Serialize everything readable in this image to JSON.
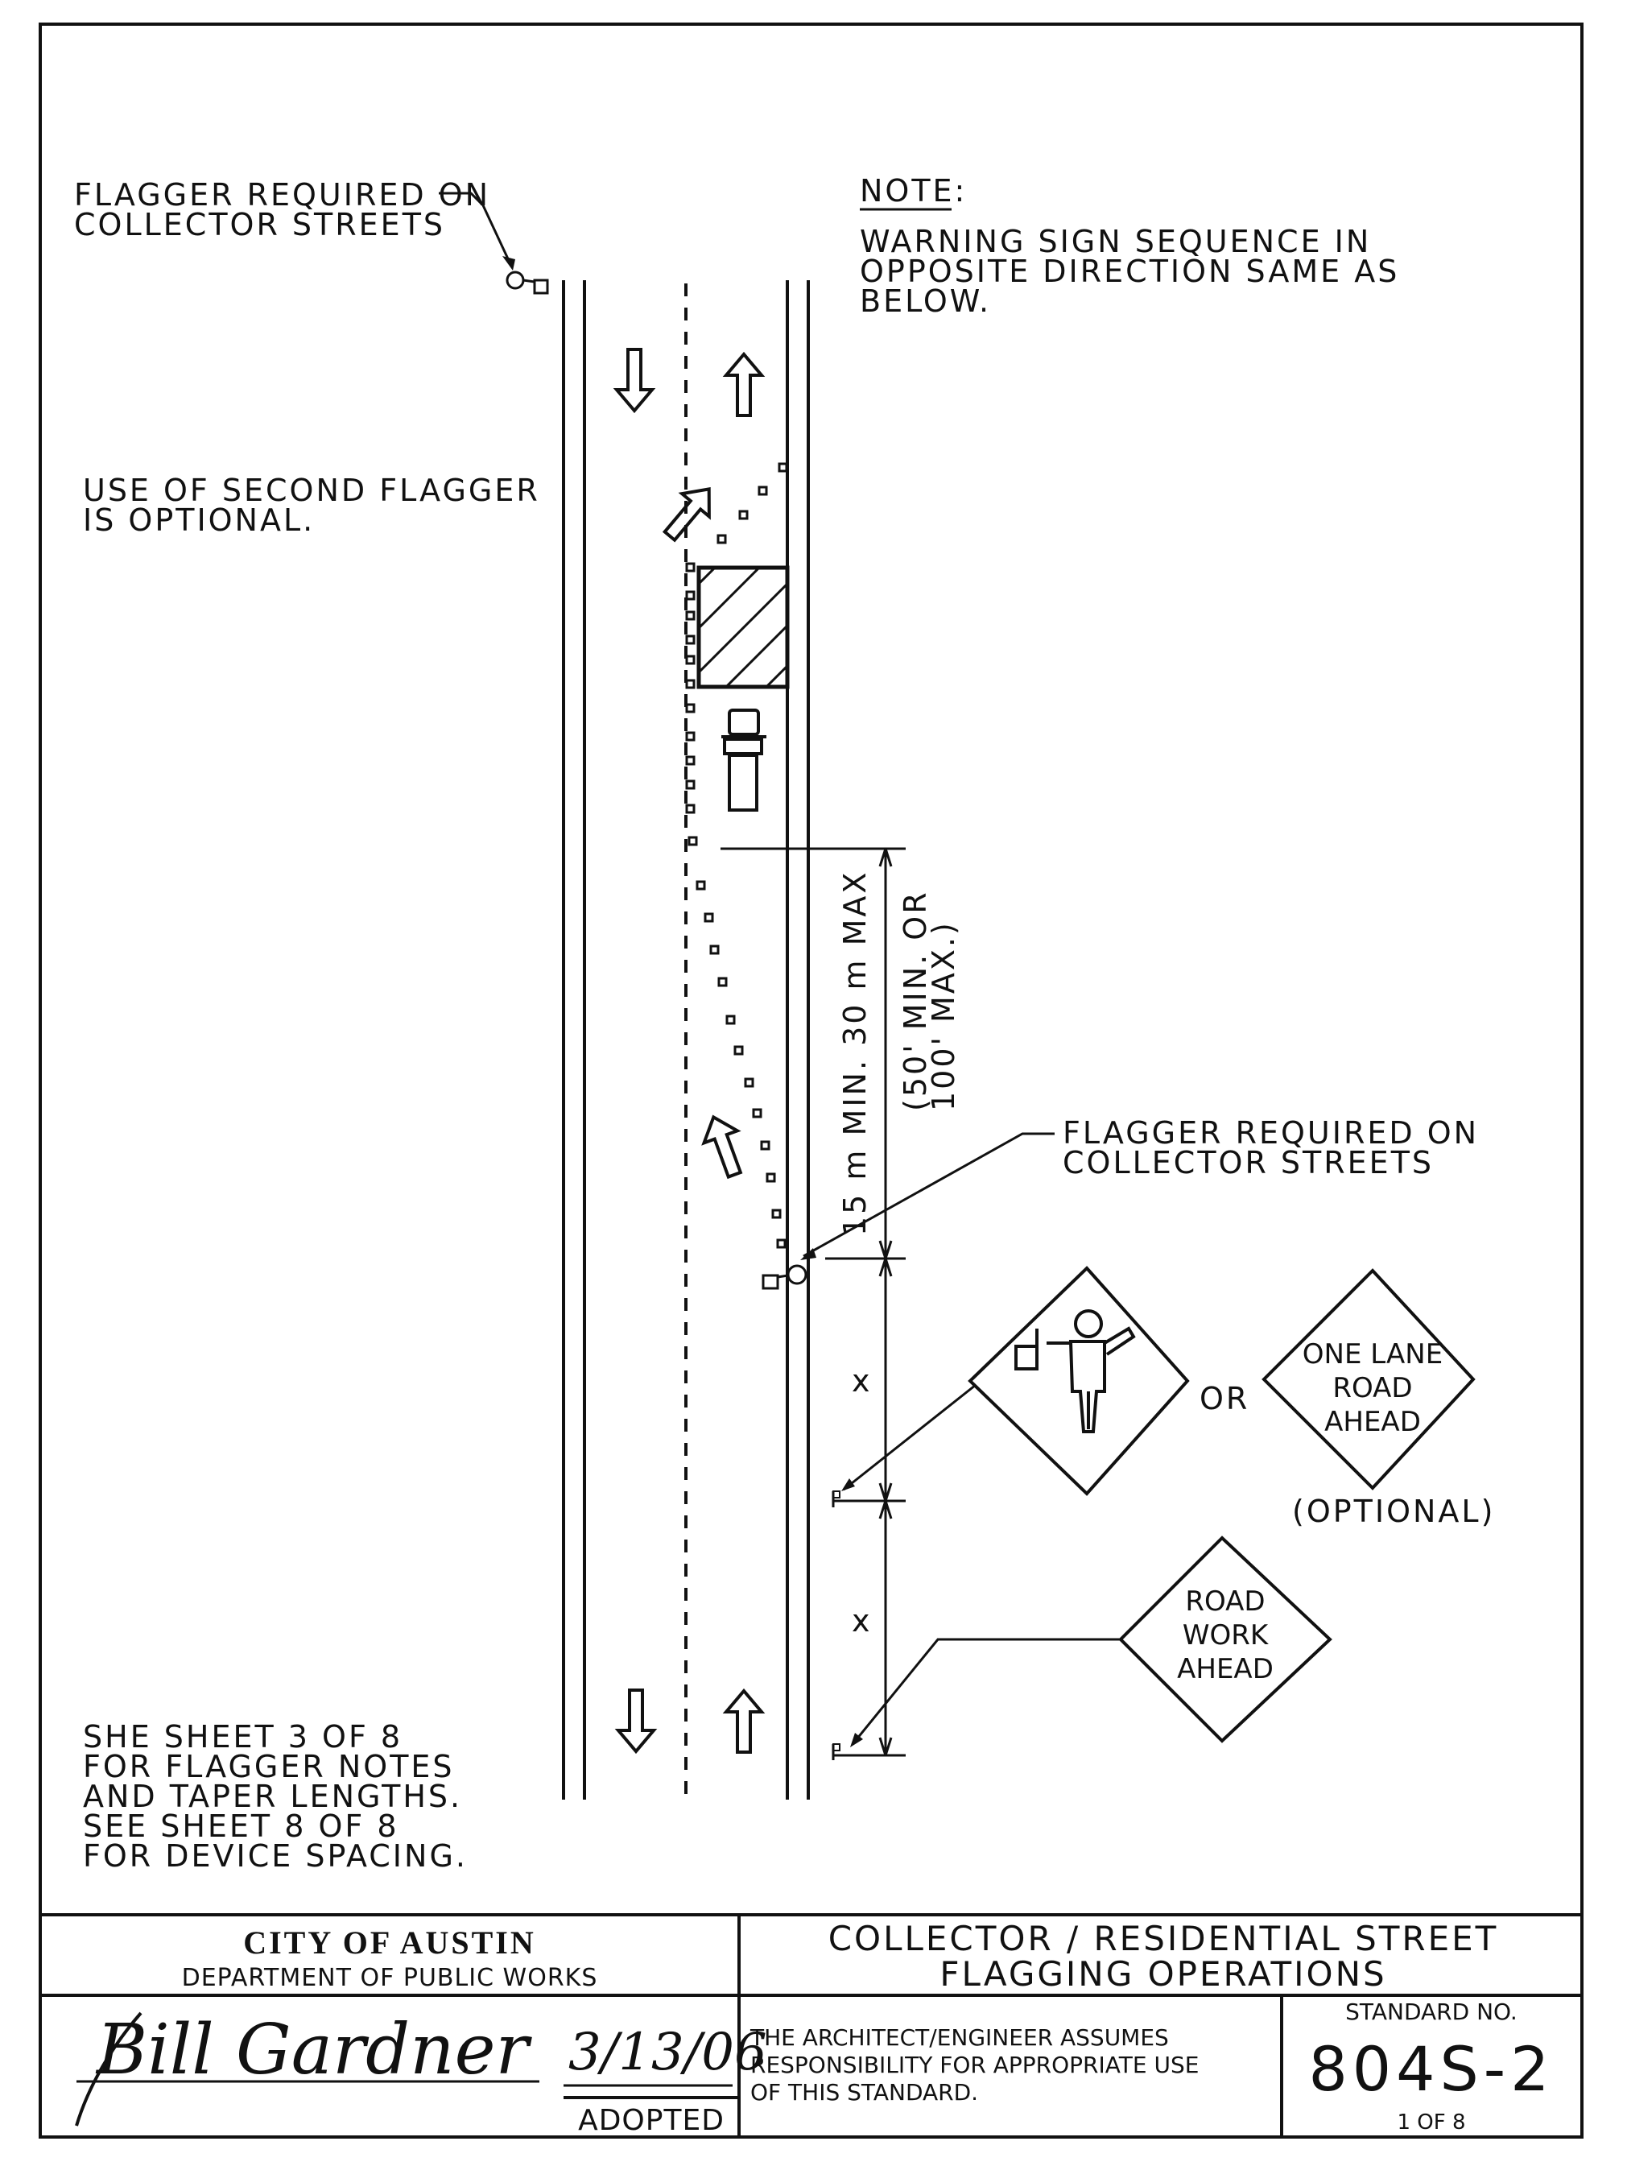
{
  "notes": {
    "flagger_top": [
      "FLAGGER REQUIRED ON",
      "COLLECTOR STREETS"
    ],
    "note_heading": "NOTE:",
    "note_body": [
      "WARNING SIGN SEQUENCE IN",
      "OPPOSITE DIRECTION SAME AS",
      "BELOW."
    ],
    "second_flagger": [
      "USE OF SECOND FLAGGER",
      "IS OPTIONAL."
    ],
    "flagger_mid": [
      "FLAGGER REQUIRED ON",
      "COLLECTOR STREETS"
    ],
    "see_sheets": [
      "SHE SHEET 3 OF 8",
      "FOR FLAGGER NOTES",
      "AND TAPER LENGTHS.",
      "SEE SHEET 8 OF 8",
      "FOR DEVICE SPACING."
    ]
  },
  "dimensions": {
    "buffer_metric": "15 m  MIN. 30 m   MAX",
    "buffer_imperial": [
      "(50' MIN. OR",
      "100' MAX.)"
    ],
    "spacing_1": "x",
    "spacing_2": "x"
  },
  "signs": {
    "or_label": "OR",
    "one_lane": [
      "ONE LANE",
      "ROAD",
      "AHEAD"
    ],
    "optional_label": "(OPTIONAL)",
    "road_work": [
      "ROAD",
      "WORK",
      "AHEAD"
    ]
  },
  "title_block": {
    "agency": "CITY OF AUSTIN",
    "department": "DEPARTMENT OF PUBLIC WORKS",
    "title_line1": "COLLECTOR / RESIDENTIAL STREET",
    "title_line2": "FLAGGING OPERATIONS",
    "disclaimer": [
      "THE ARCHITECT/ENGINEER ASSUMES",
      "RESPONSIBILITY FOR APPROPRIATE USE",
      "OF THIS STANDARD."
    ],
    "signature": "Bill Gardner",
    "date": "3/13/06",
    "adopted_label": "ADOPTED",
    "standard_label": "STANDARD NO.",
    "standard_number": "804S-2",
    "sheet": "1 OF 8"
  }
}
